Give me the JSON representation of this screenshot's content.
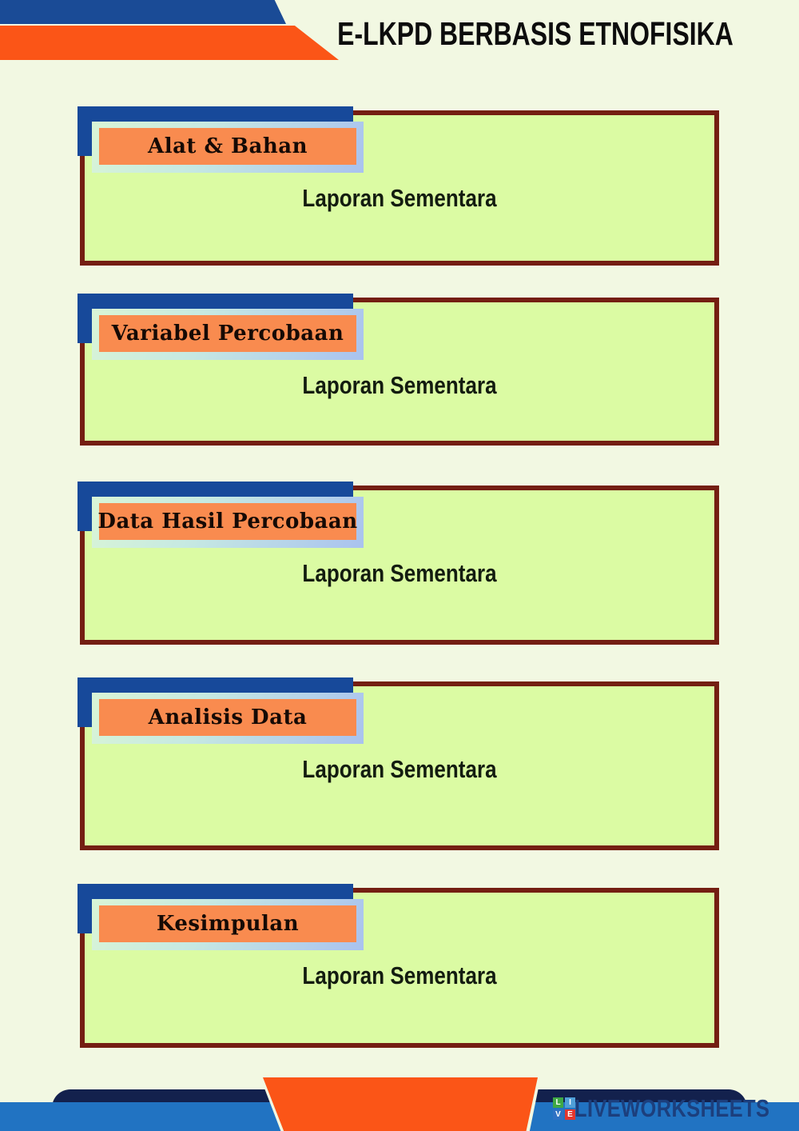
{
  "header": {
    "title": "E-LKPD BERBASIS ETNOFISIKA"
  },
  "cards": [
    {
      "label": "Alat & Bahan",
      "body": "Laporan Sementara"
    },
    {
      "label": "Variabel Percobaan",
      "body": "Laporan Sementara"
    },
    {
      "label": "Data Hasil Percobaan",
      "body": "Laporan Sementara"
    },
    {
      "label": "Analisis Data",
      "body": "Laporan Sementara"
    },
    {
      "label": "Kesimpulan",
      "body": "Laporan Sementara"
    }
  ],
  "footer": {
    "logo_squares": [
      "L",
      "I",
      "V",
      "E"
    ],
    "brand": "LIVEWORKSHEETS"
  },
  "colors": {
    "page_background": "#f2f8e2",
    "header_blue": "#1a4b96",
    "header_orange": "#fb5517",
    "card_fill": "#dbfba3",
    "card_border": "#741e12",
    "tab_blue": "#17499a",
    "label_orange": "#f98b4f",
    "label_frame_gradient_start": "#d9f5d6",
    "label_frame_gradient_end": "#a9c2ef",
    "footer_navy": "#13214d",
    "footer_blue": "#2173c2",
    "wordmark_navy": "#1c3f7d",
    "logo_green": "#3fa844",
    "logo_lightblue": "#4f9fd8",
    "logo_blue": "#2e72c4",
    "logo_red": "#e2362e"
  }
}
